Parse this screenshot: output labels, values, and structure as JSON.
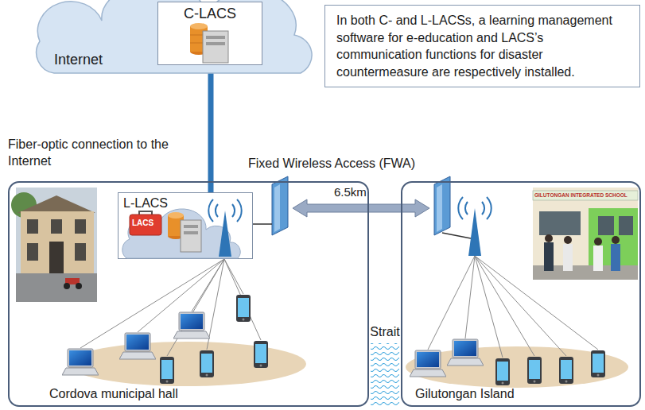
{
  "diagram": {
    "nodes": [
      {
        "text": [
          "Internet"
        ]
      },
      {
        "text": [
          "C-LACS"
        ],
        "in": 0
      },
      {
        "text": [
          "In both C- and L-LACSs, a learning management software for e-education and LACS’s communication functions for disaster countermeasure are respectively installed."
        ]
      },
      {
        "text": [
          "Cordova municipal hall"
        ]
      },
      {
        "text": [
          "L-LACS"
        ],
        "in": 3
      },
      {
        "text": [
          "Gilutongan Island"
        ]
      }
    ],
    "edges": [
      {
        "from": 1,
        "to": 4,
        "arrow": "none"
      }
    ],
    "labels": [
      "Fiber-optic connection to the Internet",
      "Fixed Wireless Access (FWA)",
      "6.5km",
      "Strait",
      "LACS",
      "GILUTONGAN INTEGRATED SCHOOL"
    ]
  }
}
